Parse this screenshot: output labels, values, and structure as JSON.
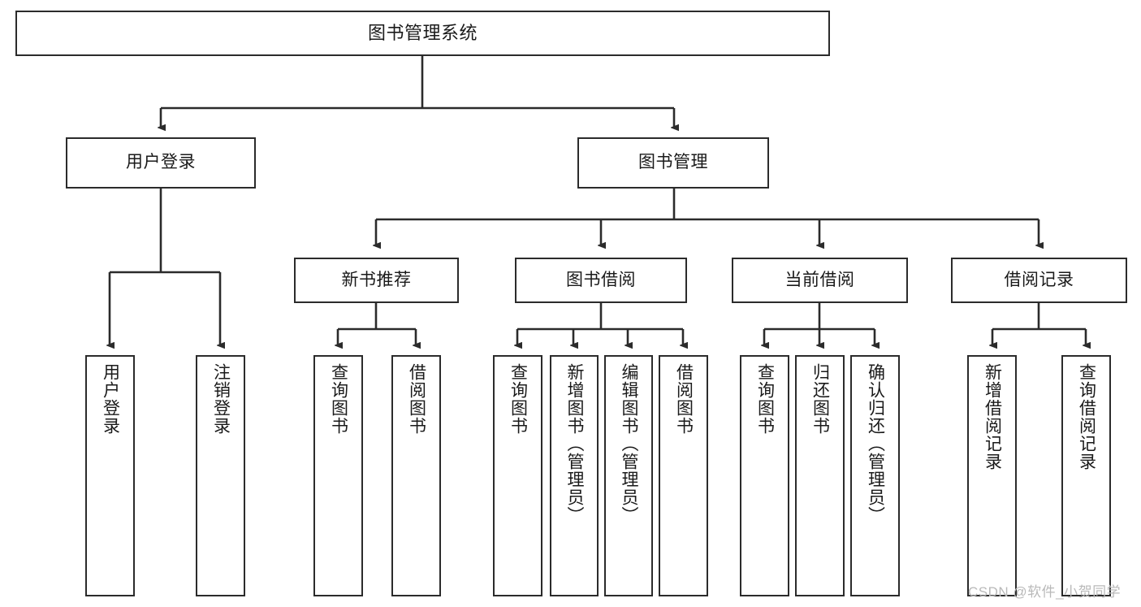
{
  "diagram": {
    "type": "tree-hierarchy-chart",
    "title": "图书管理系统",
    "box_fill": "#ffffff",
    "box_stroke": "#2b2b2b",
    "connector_color": "#2b2b2b",
    "background": "#ffffff",
    "root": {
      "id": "root",
      "label": "图书管理系统",
      "orientation": "horizontal"
    },
    "level2": [
      {
        "id": "user-login",
        "label": "用户登录",
        "orientation": "horizontal"
      },
      {
        "id": "book-management",
        "label": "图书管理",
        "orientation": "horizontal"
      }
    ],
    "level3": [
      {
        "id": "new-book-recommend",
        "label": "新书推荐",
        "orientation": "horizontal",
        "parent": "book-management"
      },
      {
        "id": "book-borrow",
        "label": "图书借阅",
        "orientation": "horizontal",
        "parent": "book-management"
      },
      {
        "id": "current-borrow",
        "label": "当前借阅",
        "orientation": "horizontal",
        "parent": "book-management"
      },
      {
        "id": "borrow-record",
        "label": "借阅记录",
        "orientation": "horizontal",
        "parent": "book-management"
      }
    ],
    "leaves": [
      {
        "id": "leaf-user-login",
        "label": "用户登录",
        "parent": "user-login",
        "orientation": "vertical"
      },
      {
        "id": "leaf-logout-login",
        "label": "注销登录",
        "parent": "user-login",
        "orientation": "vertical"
      },
      {
        "id": "leaf-query-book-1",
        "label": "查询图书",
        "parent": "new-book-recommend",
        "orientation": "vertical"
      },
      {
        "id": "leaf-borrow-book-1",
        "label": "借阅图书",
        "parent": "new-book-recommend",
        "orientation": "vertical"
      },
      {
        "id": "leaf-query-book-2",
        "label": "查询图书",
        "parent": "book-borrow",
        "orientation": "vertical"
      },
      {
        "id": "leaf-add-book-admin",
        "label": "新增图书（管理员）",
        "parent": "book-borrow",
        "orientation": "vertical"
      },
      {
        "id": "leaf-edit-book-admin",
        "label": "编辑图书（管理员）",
        "parent": "book-borrow",
        "orientation": "vertical"
      },
      {
        "id": "leaf-borrow-book-2",
        "label": "借阅图书",
        "parent": "book-borrow",
        "orientation": "vertical"
      },
      {
        "id": "leaf-query-book-3",
        "label": "查询图书",
        "parent": "current-borrow",
        "orientation": "vertical"
      },
      {
        "id": "leaf-return-book",
        "label": "归还图书",
        "parent": "current-borrow",
        "orientation": "vertical"
      },
      {
        "id": "leaf-confirm-return-admin",
        "label": "确认归还（管理员）",
        "parent": "current-borrow",
        "orientation": "vertical"
      },
      {
        "id": "leaf-add-borrow-record",
        "label": "新增借阅记录",
        "parent": "borrow-record",
        "orientation": "vertical"
      },
      {
        "id": "leaf-query-borrow-record",
        "label": "查询借阅记录",
        "parent": "borrow-record",
        "orientation": "vertical"
      }
    ]
  },
  "watermark": {
    "text": "CSDN @软件_小贺同学"
  }
}
